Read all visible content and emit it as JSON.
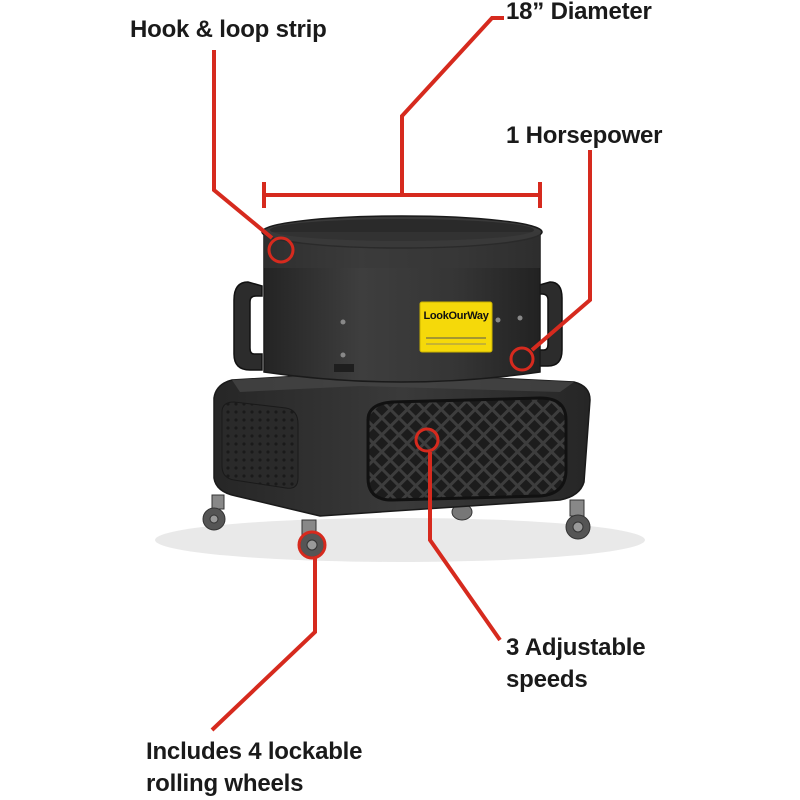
{
  "callouts": {
    "hook_loop": "Hook & loop strip",
    "diameter": "18” Diameter",
    "horsepower": "1 Horsepower",
    "speeds_line1": "3 Adjustable",
    "speeds_line2": "speeds",
    "wheels_line1": "Includes 4 lockable",
    "wheels_line2": "rolling wheels"
  },
  "product": {
    "label_brand": "LookOurWay"
  },
  "colors": {
    "callout_line": "#d62a1e",
    "callout_text": "#1a1a1a",
    "body": "#2e2e2e",
    "label": "#f5d90a",
    "background": "#ffffff"
  }
}
